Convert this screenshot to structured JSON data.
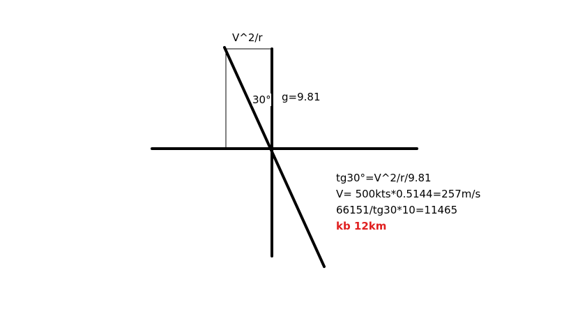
{
  "labels": {
    "top": "V^2/r",
    "angle": "30°",
    "gravity": "g=9.81"
  },
  "equations": [
    {
      "text": "tg30°=V^2/r/9.81",
      "color": "#000000"
    },
    {
      "text": "V= 500kts*0.5144=257m/s",
      "color": "#000000"
    },
    {
      "text": "66151/tg30*10=11465",
      "color": "#000000"
    },
    {
      "text": "kb 12km",
      "color": "#e02020"
    }
  ],
  "colors": {
    "ink": "#000000",
    "accent": "#e02020"
  }
}
